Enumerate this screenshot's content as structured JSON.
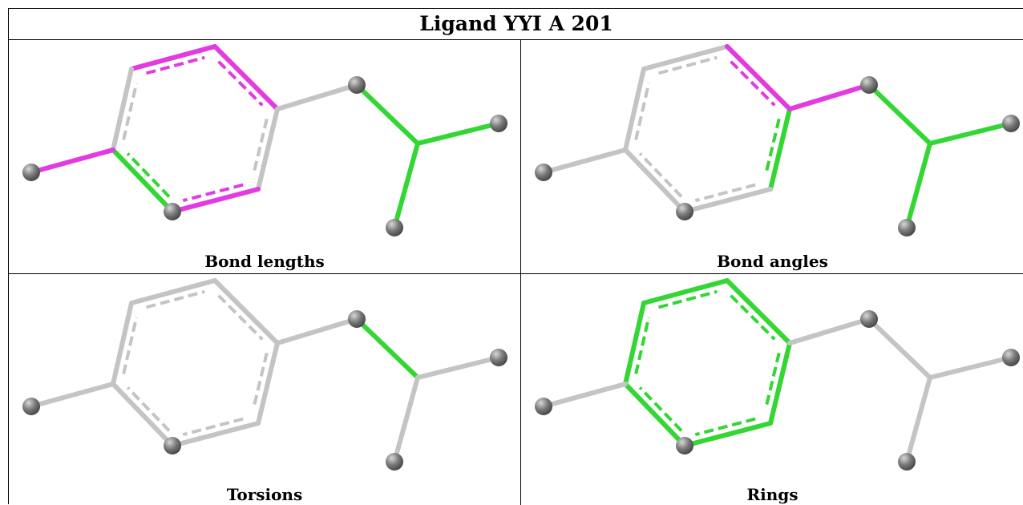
{
  "title": "Ligand YYI A 201",
  "colors": {
    "default_bond": "#c4c4c4",
    "outlier_length": "#e13be1",
    "ok": "#33d633",
    "atom": "#7a7a7a"
  },
  "panels": [
    {
      "caption": "Bond lengths",
      "bond_colors": {
        "b1": "outlier_length",
        "b2": "outlier_length",
        "b3": "default_bond",
        "b4": "outlier_length",
        "b5": "ok",
        "b6": "default_bond",
        "b7": "default_bond",
        "b8": "ok",
        "b9": "ok",
        "b10": "ok",
        "b11": "outlier_length"
      }
    },
    {
      "caption": "Bond angles",
      "bond_colors": {
        "b1": "default_bond",
        "b2": "outlier_length",
        "b3": "ok",
        "b4": "default_bond",
        "b5": "default_bond",
        "b6": "default_bond",
        "b7": "outlier_length",
        "b8": "ok",
        "b9": "ok",
        "b10": "ok",
        "b11": "default_bond"
      }
    },
    {
      "caption": "Torsions",
      "bond_colors": {
        "b1": "default_bond",
        "b2": "default_bond",
        "b3": "default_bond",
        "b4": "default_bond",
        "b5": "default_bond",
        "b6": "default_bond",
        "b7": "default_bond",
        "b8": "ok",
        "b9": "default_bond",
        "b10": "default_bond",
        "b11": "default_bond"
      }
    },
    {
      "caption": "Rings",
      "bond_colors": {
        "b1": "ok",
        "b2": "ok",
        "b3": "ok",
        "b4": "ok",
        "b5": "ok",
        "b6": "ok",
        "b7": "default_bond",
        "b8": "default_bond",
        "b9": "default_bond",
        "b10": "default_bond",
        "b11": "default_bond"
      }
    }
  ]
}
